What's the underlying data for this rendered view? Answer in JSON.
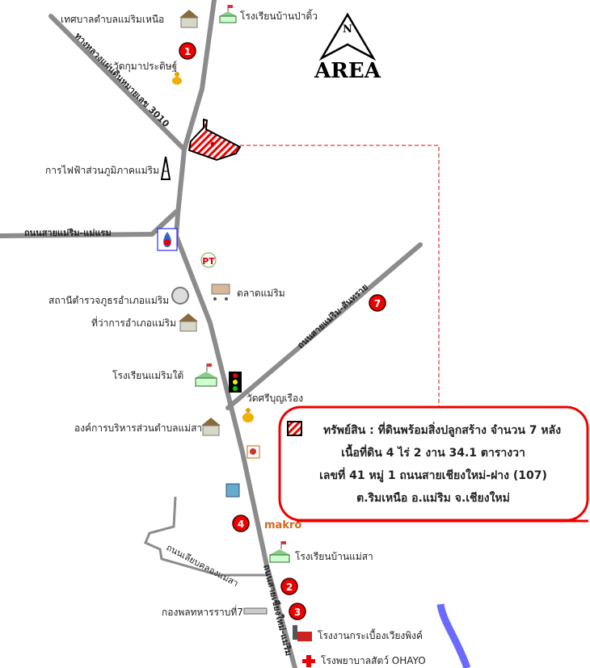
{
  "north_arrow": {
    "letter": "N",
    "label": "AREA"
  },
  "colors": {
    "road": "#8c8c8c",
    "accent_red": "#e00000",
    "river": "#6a6aff"
  },
  "roads": {
    "hwy_3010": "ทางหลวงแผ่นดินหมายเลข 3010",
    "maerim_maeram": "ถนนสายแม่ริม-แม่แรม",
    "maerim_sansai": "ถนนสายแม่ริม-สันทราย",
    "khlong_maesa": "ถนนเลียบคลองแม่สา",
    "chiangmai_maerim": "ถนนสายเชียงใหม่-แม่ริม"
  },
  "places": {
    "municipality": "เทศบาลตำบลแม่ริมเหนือ",
    "school_paddue": "โรงเรียนบ้านป่าดิ้ว",
    "wat_kumma": "วัดกุมาประดิษฐ์",
    "pea": "การไฟฟ้าส่วนภูมิภาคแม่ริม",
    "police": "สถานีตำรวจภูธรอำเภอแม่ริม",
    "market": "ตลาดแม่ริม",
    "district_office": "ที่ว่าการอำเภอแม่ริม",
    "school_maerimtai": "โรงเรียนแม่ริมใต้",
    "wat_sriboonruang": "วัดศรีบุญเรือง",
    "sao_maesa": "องค์การบริหารส่วนตำบลแม่สา",
    "makro": "makro",
    "school_maesa": "โรงเรียนบ้านแม่สา",
    "cavalry": "กองพลทหารราบที่7",
    "tile_factory": "โรงงานกระเบื้องเวียงพิงค์",
    "vet": "โรงพยาบาลสัตว์ OHAYO"
  },
  "markers": [
    "1",
    "7",
    "4",
    "2",
    "3"
  ],
  "info_box": {
    "line1": "ทรัพย์สิน :  ที่ดินพร้อมสิ่งปลูกสร้าง จำนวน 7 หลัง",
    "line2": "เนื้อที่ดิน 4 ไร่ 2 งาน 34.1 ตารางวา",
    "line3": "เลขที่ 41 หมู่ 1 ถนนสายเชียงใหม่-ฝาง (107)",
    "line4": "ต.ริมเหนือ อ.แม่ริม จ.เชียงใหม่"
  }
}
